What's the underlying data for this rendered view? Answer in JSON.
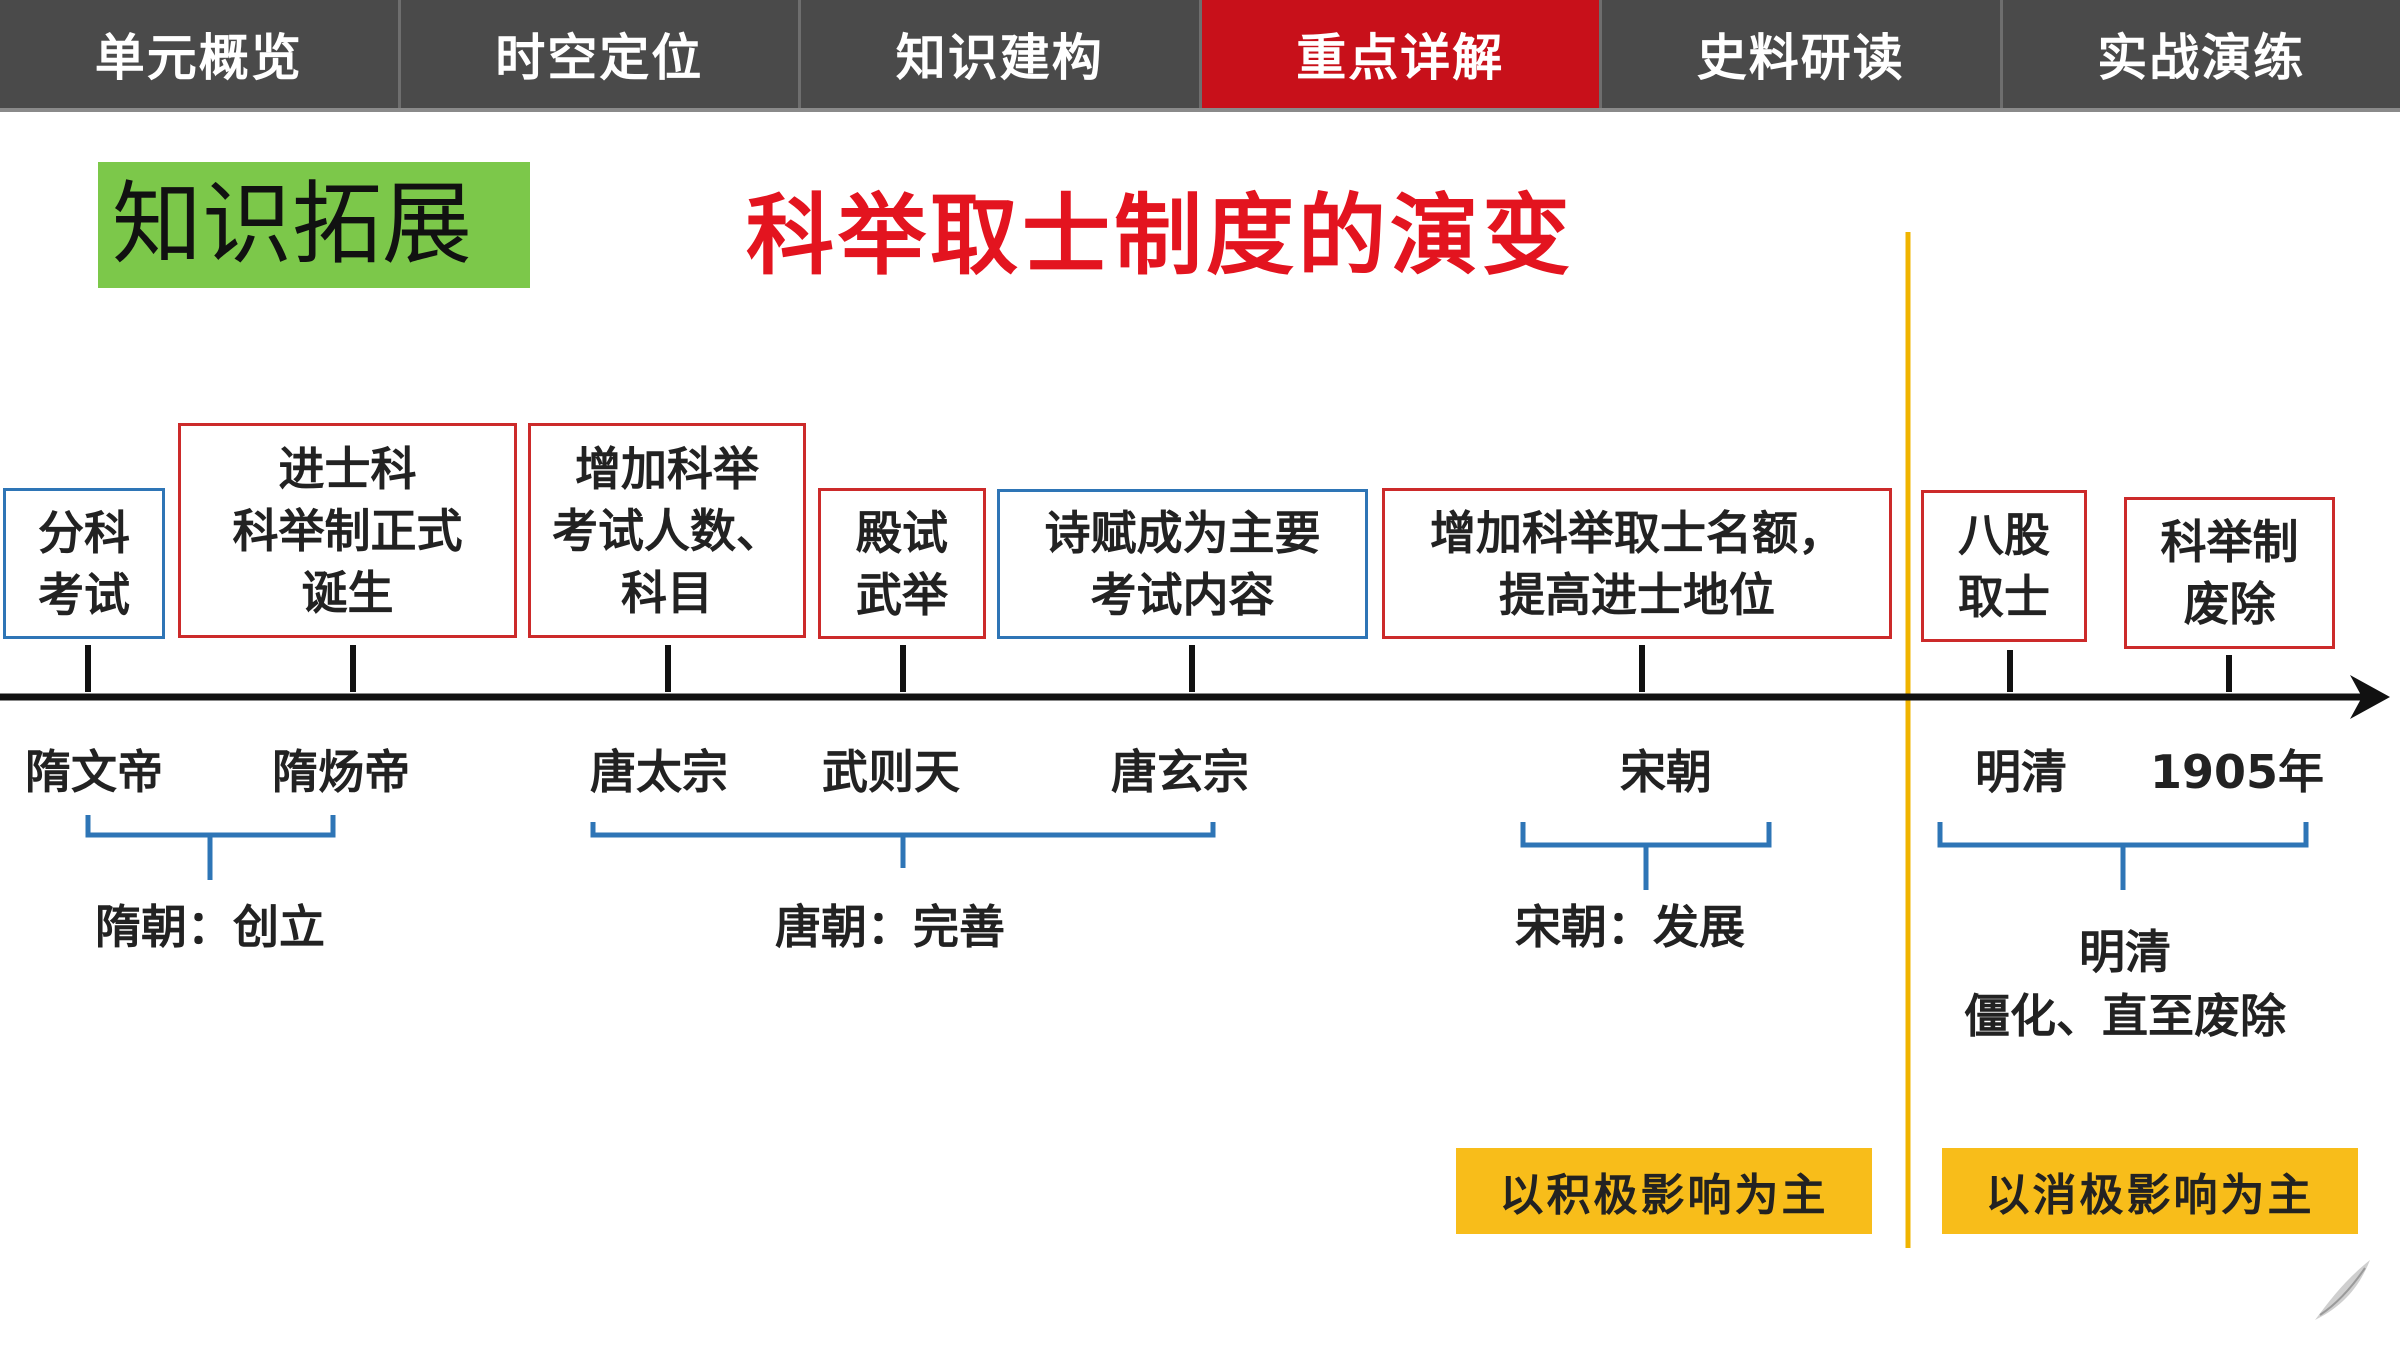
{
  "nav": {
    "tabs": [
      {
        "label": "单元概览",
        "active": false
      },
      {
        "label": "时空定位",
        "active": false
      },
      {
        "label": "知识建构",
        "active": false
      },
      {
        "label": "重点详解",
        "active": true
      },
      {
        "label": "史料研读",
        "active": false
      },
      {
        "label": "实战演练",
        "active": false
      }
    ]
  },
  "badge": "知识拓展",
  "title": "科举取士制度的演变",
  "events": [
    {
      "text": "分科\n考试"
    },
    {
      "text": "进士科\n科举制正式\n诞生"
    },
    {
      "text": "增加科举\n考试人数、\n科目"
    },
    {
      "text": "殿试\n武举"
    },
    {
      "text": "诗赋成为主要\n考试内容"
    },
    {
      "text": "增加科举取士名额，\n提高进士地位"
    },
    {
      "text": "八股\n取士"
    },
    {
      "text": "科举制\n废除"
    }
  ],
  "time_labels": [
    "隋文帝",
    "隋炀帝",
    "唐太宗",
    "武则天",
    "唐玄宗",
    "宋朝",
    "明清",
    "1905年"
  ],
  "groups": [
    {
      "text": "隋朝：创立"
    },
    {
      "text": "唐朝：完善"
    },
    {
      "text": "宋朝：发展"
    },
    {
      "text": "明清\n僵化、直至废除"
    }
  ],
  "tags": [
    "以积极影响为主",
    "以消极影响为主"
  ],
  "colors": {
    "red_border": "#cc2a2a",
    "blue_border": "#2e75b6",
    "accent": "#c8101a",
    "divider": "#f0b400",
    "tag": "#f8bd1a",
    "badge": "#7cc84a"
  }
}
